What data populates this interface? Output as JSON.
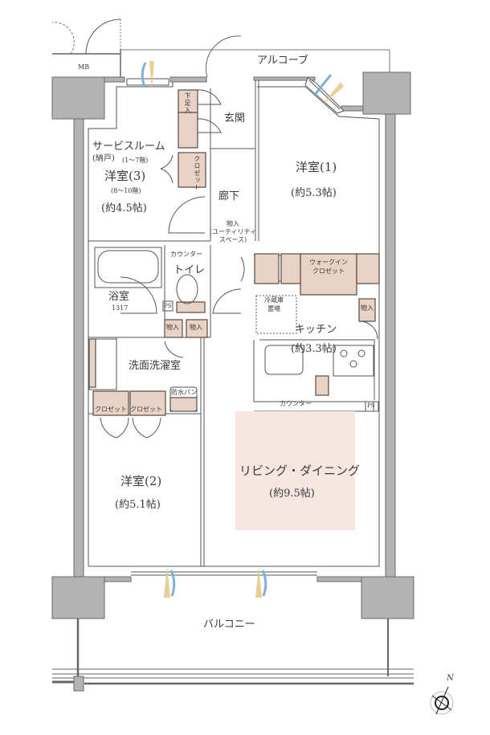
{
  "colors": {
    "wall": "#b3b3b3",
    "wall_stroke": "#6b6b6b",
    "storage_fill": "#e8d3c6",
    "storage_stroke": "#5a4a42",
    "living_highlight": "#f5e6e2",
    "wind_blue": "#7fb0d6",
    "light_yellow": "#e3c783",
    "line": "#555555"
  },
  "labels": {
    "mb": "MB",
    "alcove": "アルコーブ",
    "entrance": "玄関",
    "shoe_cabinet": "下足入",
    "service_room": "サービスルーム",
    "storeroom": "(納戸)",
    "floors_1_7": "(1～7階)",
    "western_room_3": "洋室(3)",
    "floors_8_10": "(8～10階)",
    "western_room_3_size": "(約4.5帖)",
    "closet_v": "クロゼット",
    "hallway": "廊下",
    "storage_utility_1": "物入",
    "storage_utility_2": "(ユーティリティ",
    "storage_utility_3": "スペース)",
    "western_room_1": "洋室(1)",
    "western_room_1_size": "(約5.3帖)",
    "counter_toilet": "カウンター",
    "toilet": "トイレ",
    "bathroom": "浴室",
    "bath_size": "1317",
    "ps": "PS",
    "storage": "物入",
    "walk_in_closet_1": "ウォークイン",
    "walk_in_closet_2": "クロゼット",
    "fridge_1": "冷蔵庫",
    "fridge_2": "置場",
    "kitchen": "キッチン",
    "kitchen_size": "(約3.3帖)",
    "washroom": "洗面洗濯室",
    "waterproof_pan": "防水パン",
    "closet": "クロゼット",
    "counter_kitchen": "カウンター",
    "western_room_2": "洋室(2)",
    "western_room_2_size": "(約5.1帖)",
    "living_dining": "リビング・ダイニング",
    "living_dining_size": "(約9.5帖)",
    "balcony": "バルコニー",
    "north": "N"
  },
  "icons": {
    "compass": "compass-rose-icon",
    "ventilation": "ventilation-arrow-icon",
    "lighting": "daylight-icon"
  }
}
